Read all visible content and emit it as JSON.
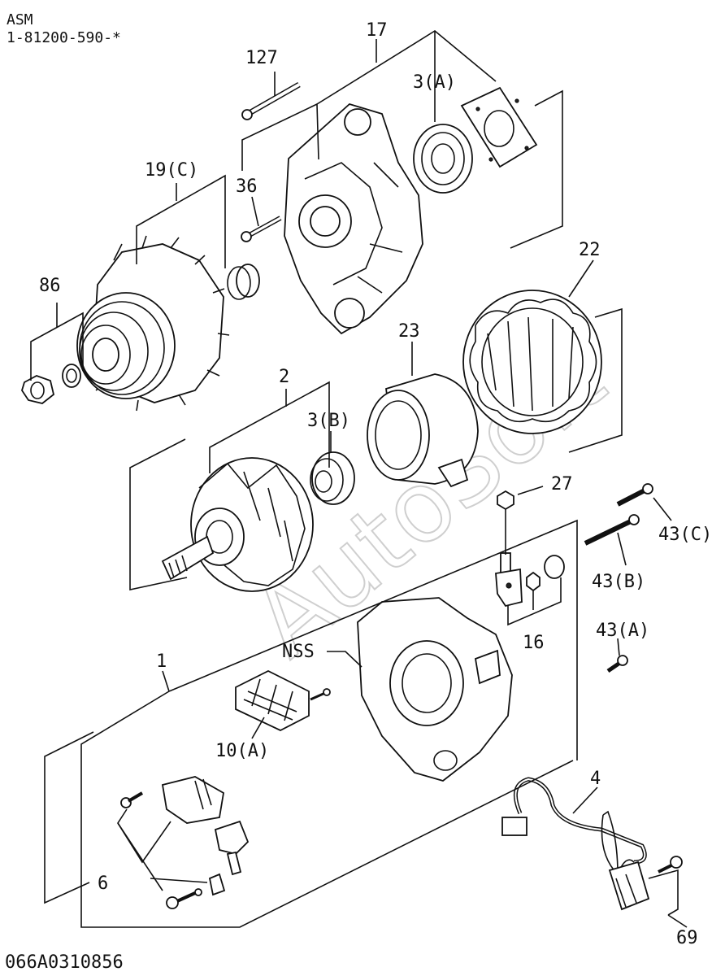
{
  "header": {
    "line1": "ASM",
    "line2": "1-81200-590-*"
  },
  "footer": {
    "code": "066A0310856"
  },
  "watermark": {
    "text": "AutoSoft"
  },
  "labels": {
    "p127": "127",
    "p17": "17",
    "p3a": "3(A)",
    "p36": "36",
    "p19c": "19(C)",
    "p22": "22",
    "p86": "86",
    "p23": "23",
    "p2": "2",
    "p3b": "3(B)",
    "p27": "27",
    "p43c": "43(C)",
    "p43b": "43(B)",
    "p43a": "43(A)",
    "p16": "16",
    "pnss": "NSS",
    "p1": "1",
    "p10a": "10(A)",
    "p4": "4",
    "p6": "6",
    "p69": "69"
  }
}
